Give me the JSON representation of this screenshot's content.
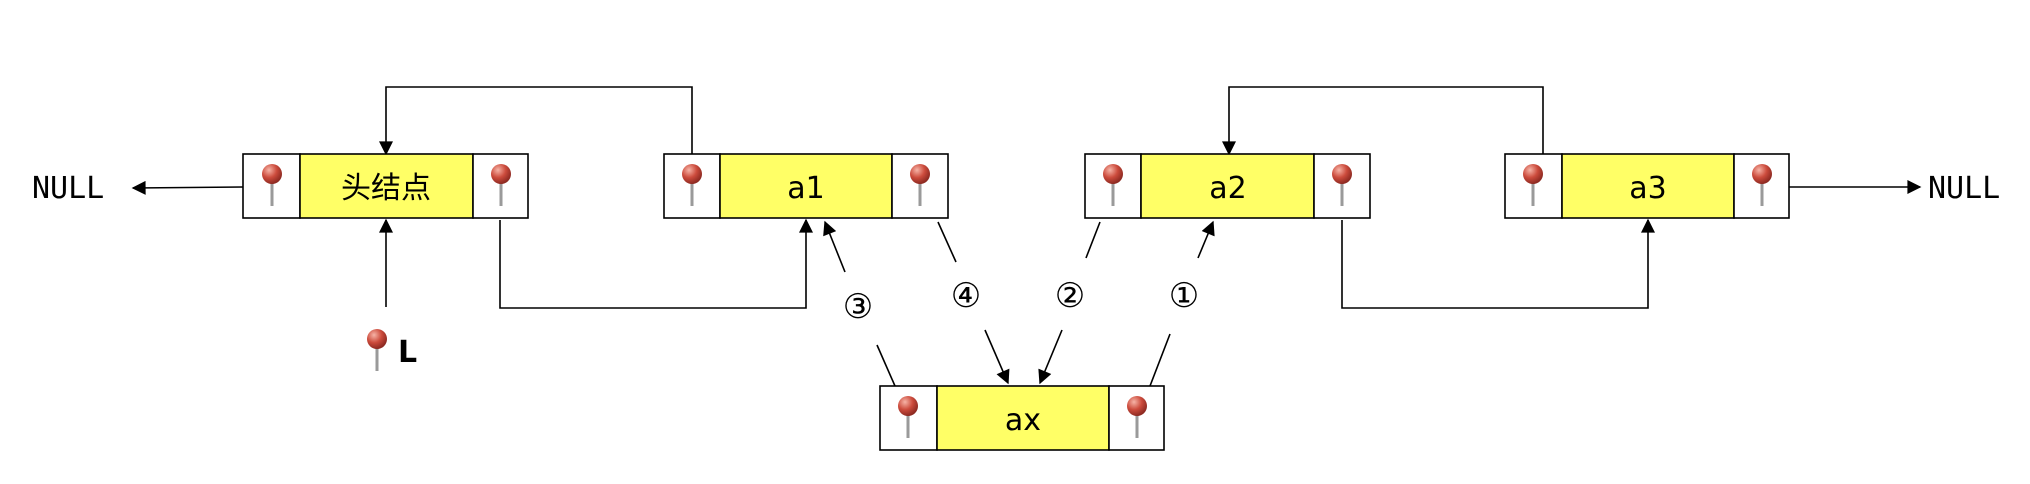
{
  "nodes": {
    "head": {
      "label": "头结点"
    },
    "a1": {
      "label": "a1"
    },
    "a2": {
      "label": "a2"
    },
    "a3": {
      "label": "a3"
    },
    "ax": {
      "label": "ax"
    }
  },
  "labels": {
    "null_left": "NULL",
    "null_right": "NULL",
    "head_pointer": "L"
  },
  "steps": {
    "s1": "①",
    "s2": "②",
    "s3": "③",
    "s4": "④"
  },
  "colors": {
    "data_field": "#ffff66",
    "pointer_field": "#ffffff",
    "border": "#000000",
    "pin_head": "#cc4b3c",
    "pin_needle": "#9a9a9a"
  },
  "icons": {
    "pointer": "pushpin-icon"
  }
}
